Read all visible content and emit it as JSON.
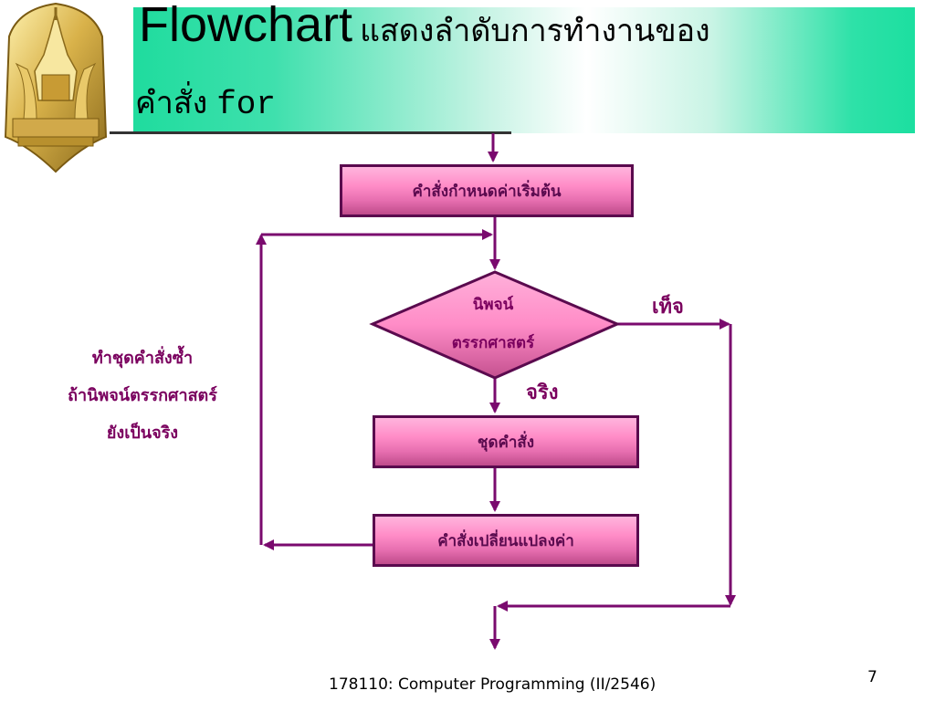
{
  "title": {
    "main": "Flowchart",
    "sub": "แสดงลำดับการทำงานของ",
    "line2_cmd": "คำสั่ง",
    "line2_code": "for"
  },
  "flowchart": {
    "init_box": "คำสั่งกำหนดค่าเริ่มต้น",
    "condition_line1": "นิพจน์",
    "condition_line2": "ตรรกศาสตร์",
    "body_box": "ชุดคำสั่ง",
    "update_box": "คำสั่งเปลี่ยนแปลงค่า",
    "false_label": "เท็จ",
    "true_label": "จริง"
  },
  "side_note": {
    "line1": "ทำชุดคำสั่งซ้ำ",
    "line2": "ถ้านิพจน์ตรรกศาสตร์",
    "line3": "ยังเป็นจริง"
  },
  "footer": {
    "course": "178110: Computer Programming  (II/2546)",
    "page_number": "7"
  },
  "colors": {
    "flow_line": "#7a0a6e",
    "box_fill": "#ff8cc7",
    "box_border": "#5a0a4e",
    "label_text": "#7a005e",
    "title_band": "#1fdc9e"
  },
  "icons": {
    "logo": "university-emblem-icon"
  }
}
